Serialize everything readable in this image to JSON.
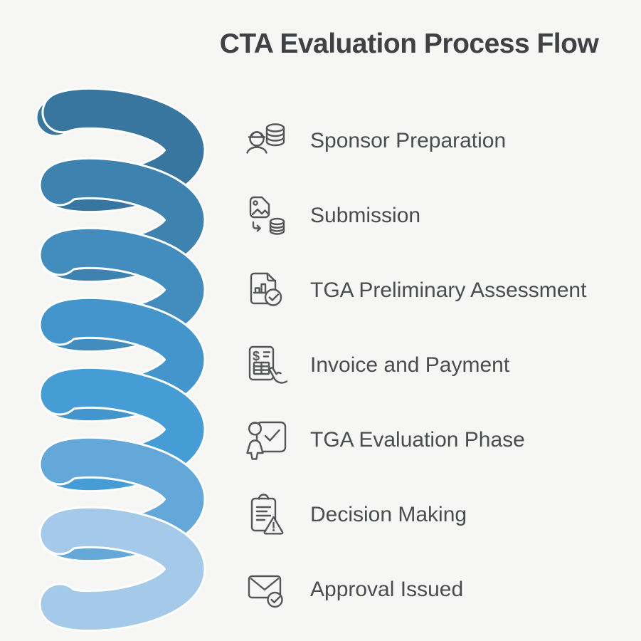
{
  "title": "CTA Evaluation Process Flow",
  "steps": [
    {
      "label": "Sponsor Preparation",
      "icon": "person-database-icon"
    },
    {
      "label": "Submission",
      "icon": "file-to-database-icon"
    },
    {
      "label": "TGA Preliminary Assessment",
      "icon": "document-chart-check-icon"
    },
    {
      "label": "Invoice and Payment",
      "icon": "invoice-hand-icon"
    },
    {
      "label": "TGA Evaluation Phase",
      "icon": "presenter-check-icon"
    },
    {
      "label": "Decision Making",
      "icon": "clipboard-warning-icon"
    },
    {
      "label": "Approval Issued",
      "icon": "mail-check-icon"
    }
  ],
  "colors": {
    "background": "#f6f6f5",
    "title_text": "#3f4144",
    "item_text": "#4a4d50",
    "icon_stroke": "#54565a",
    "spiral_separator": "#ffffff",
    "spiral_turns": [
      "#38759f",
      "#3e82af",
      "#428cbe",
      "#4495cb",
      "#469dd6",
      "#64a8da",
      "#a4c9e9"
    ]
  }
}
